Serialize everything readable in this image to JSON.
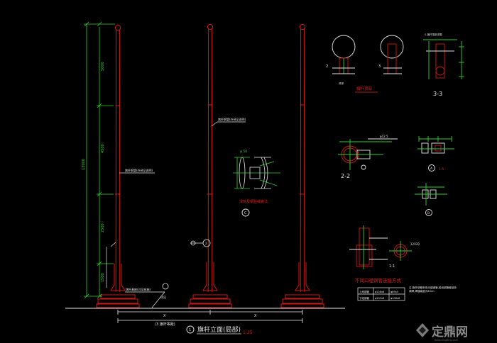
{
  "colors": {
    "background": "#000000",
    "pole": "#d01818",
    "dim": "#31d131",
    "white": "#e8e8e8",
    "cyan": "#35d6d6",
    "yellow": "#e8e02a",
    "red_text": "#e02020",
    "magenta": "#d030d0",
    "watermark": "#8a8a8a"
  },
  "main_elevation": {
    "title": "旗杆立面(局部)",
    "scale": "1:25",
    "circle_label": "1",
    "vertical_dims": [
      "5000",
      "4500",
      "2500",
      "1500"
    ],
    "total_dim": "13000",
    "callout_pole1": "旗杆钢管(外径见说明)",
    "callout_pole2": "旗杆钢管(外径见说明)",
    "base_note": "旗杆基座(详见结施)",
    "base_tag": "详见",
    "mark_section": "2",
    "bottom_dim": "(3 旗杆等距)",
    "bottom_dim_x": "X"
  },
  "detail_top": {
    "title": "旗杆顶部",
    "label_2": "2",
    "label_3": "3",
    "label_3_3": "3-3",
    "note_top": "S-旗杆顶部详图",
    "side_note": "风球"
  },
  "detail_c": {
    "title": "滑轮及钢丝绳做法",
    "circle_label": "C",
    "dim": "φ 50"
  },
  "section_2_2": {
    "title": "2-2",
    "dim_label": "φ12.5"
  },
  "detail_a": {
    "circle_label": "A",
    "scale": "1:5"
  },
  "detail_b": {
    "circle_label": "B"
  },
  "flag_detail": {
    "title": "不同口径钢管连接方式",
    "label_1_1": "1-1",
    "note_12x20": "12X20",
    "table_rows": [
      [
        "上段钢管",
        "φ108x6",
        "φ89x5"
      ],
      [
        "下段钢管",
        "φ133x6",
        "φ108x6"
      ]
    ],
    "notes": "注:旗杆钢管采用无缝钢管,各段钢管套接处满焊,焊缝高度为6mm"
  },
  "watermark": {
    "text": "定鼎网",
    "url": "www.dingding.com"
  }
}
